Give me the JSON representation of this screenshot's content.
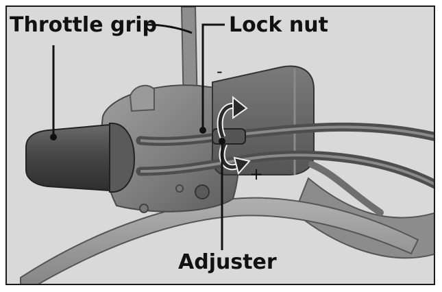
{
  "figure": {
    "labels": {
      "throttle_grip": "Throttle grip",
      "lock_nut": "Lock nut",
      "adjuster": "Adjuster"
    },
    "signs": {
      "minus": "-",
      "plus": "+"
    },
    "colors": {
      "background": "#d9d9d9",
      "border": "#1a1a1a",
      "part_dark": "#454545",
      "part_mid": "#777777",
      "part_light": "#a8a8a8",
      "leader_line": "#111111"
    }
  }
}
